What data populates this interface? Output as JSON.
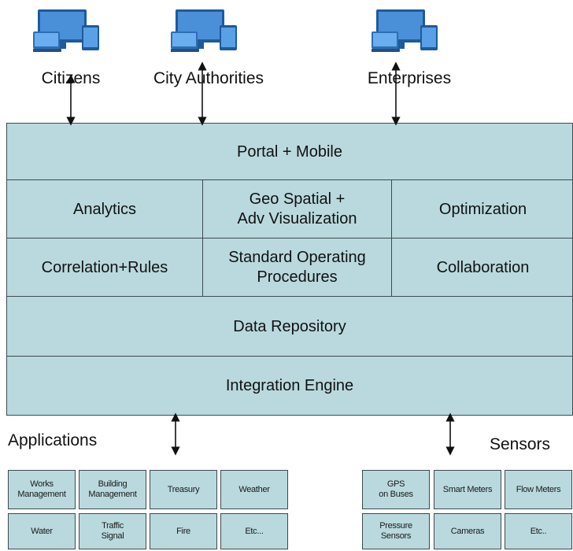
{
  "users": [
    {
      "label": "Citizens",
      "icon": "devices-icon"
    },
    {
      "label": "City Authorities",
      "icon": "devices-icon"
    },
    {
      "label": "Enterprises",
      "icon": "devices-icon"
    }
  ],
  "layers": {
    "portal": "Portal + Mobile",
    "row2": [
      "Analytics",
      "Geo Spatial +\nAdv Visualization",
      "Optimization"
    ],
    "row3": [
      "Correlation+Rules",
      "Standard Operating\nProcedures",
      "Collaboration"
    ],
    "repository": "Data Repository",
    "integration": "Integration Engine"
  },
  "applications": {
    "title": "Applications",
    "items": [
      "Works\nManagement",
      "Building\nManagement",
      "Treasury",
      "Weather",
      "Water",
      "Traffic\nSignal",
      "Fire",
      "Etc..."
    ]
  },
  "sensors": {
    "title": "Sensors",
    "items": [
      "GPS\non Buses",
      "Smart Meters",
      "Flow Meters",
      "Pressure\nSensors",
      "Cameras",
      "Etc.."
    ]
  },
  "colors": {
    "layer_fill": "#b9d9de",
    "border": "#3d4a4d",
    "monitor": "#2f6fb4"
  }
}
